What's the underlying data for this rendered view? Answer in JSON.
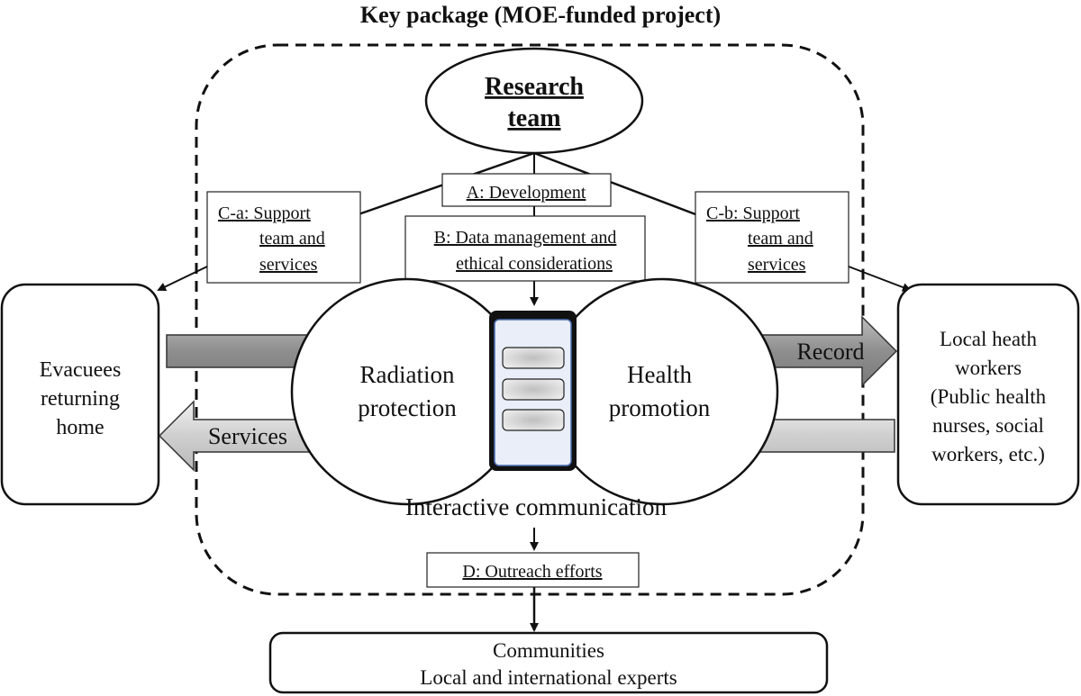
{
  "title": "Key package (MOE-funded project)",
  "research_team": {
    "line1": "Research",
    "line2": "team"
  },
  "labels": {
    "a": "A: Development",
    "b_line1": "B: Data management and",
    "b_line2": "ethical considerations",
    "ca_line1": "C-a: Support",
    "ca_line2": "team and",
    "ca_line3": "services",
    "cb_line1": "C-b: Support",
    "cb_line2": "team and",
    "cb_line3": "services",
    "d": "D: Outreach efforts"
  },
  "left_node": {
    "line1": "Evacuees",
    "line2": "returning",
    "line3": "home"
  },
  "right_node": {
    "line1": "Local heath",
    "line2": "workers",
    "line3": "(Public health",
    "line4": "nurses, social",
    "line5": "workers, etc.)"
  },
  "circles": {
    "left_line1": "Radiation",
    "left_line2": "protection",
    "right_line1": "Health",
    "right_line2": "promotion"
  },
  "arrows": {
    "record": "Record",
    "services": "Services"
  },
  "interactive": "Interactive communication",
  "bottom_node": {
    "line1": "Communities",
    "line2": "Local and international experts"
  },
  "colors": {
    "arrow_fill": "#9a9a9a",
    "arrow_fill_light": "#d6d6d6",
    "phone_screen": "#e9eef8",
    "phone_border": "#4a6db0"
  }
}
